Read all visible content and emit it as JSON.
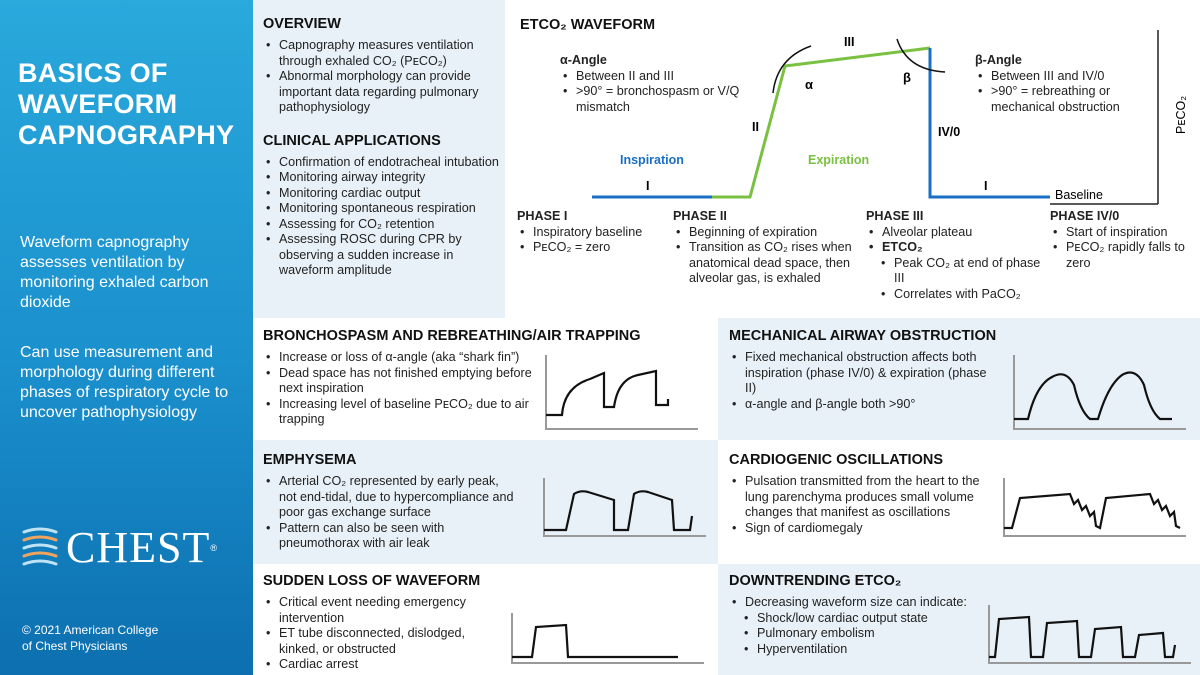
{
  "sidebar": {
    "title_lines": [
      "BASICS OF",
      "WAVEFORM",
      "CAPNOGRAPHY"
    ],
    "desc1": "Waveform capnography assesses ventilation by monitoring exhaled carbon dioxide",
    "desc2": "Can use measurement and morphology during different phases of respiratory cycle to uncover pathophysiology",
    "logo_text": "CHEST",
    "logo_reg": "®",
    "copyright_lines": [
      "© 2021 American College",
      "of Chest Physicians"
    ]
  },
  "overview": {
    "title": "OVERVIEW",
    "items": [
      "Capnography measures ventilation through exhaled CO₂ (PᴇCO₂)",
      "Abnormal morphology can provide important data regarding pulmonary pathophysiology"
    ]
  },
  "clinical": {
    "title": "CLINICAL APPLICATIONS",
    "items": [
      "Confirmation of endotracheal intubation",
      "Monitoring airway integrity",
      "Monitoring cardiac output",
      "Monitoring spontaneous respiration",
      "Assessing for CO₂ retention",
      "Assessing ROSC during CPR by observing a sudden increase in waveform amplitude"
    ]
  },
  "etco2": {
    "title": "ETCO₂ WAVEFORM",
    "y_axis_label": "PᴇCO₂",
    "alpha_title": "α-Angle",
    "alpha_items": [
      "Between II and III",
      ">90° = bronchospasm or V/Q mismatch"
    ],
    "beta_title": "β-Angle",
    "beta_items": [
      "Between III and IV/0",
      ">90° = rebreathing or mechanical obstruction"
    ],
    "labels": {
      "inspiration": "Inspiration",
      "expiration": "Expiration",
      "phase_I_left": "I",
      "phase_II": "II",
      "phase_III": "III",
      "phase_IV0": "IV/0",
      "phase_I_right": "I",
      "alpha": "α",
      "beta": "β",
      "baseline": "Baseline"
    },
    "colors": {
      "inspiration": "#1a6fc4",
      "expiration": "#7ac142"
    },
    "phases": [
      {
        "title": "PHASE I",
        "items": [
          "Inspiratory baseline",
          "PᴇCO₂ = zero"
        ]
      },
      {
        "title": "PHASE II",
        "items": [
          "Beginning of expiration",
          "Transition as CO₂ rises when anatomical dead space, then alveolar gas, is exhaled"
        ]
      },
      {
        "title": "PHASE III",
        "items": [
          "Alveolar plateau"
        ],
        "bold_item": "ETCO₂",
        "sub_items": [
          "Peak CO₂ at end of phase III",
          "Correlates with PaCO₂"
        ]
      },
      {
        "title": "PHASE IV/0",
        "items": [
          "Start of inspiration",
          "PᴇCO₂ rapidly falls to zero"
        ]
      }
    ]
  },
  "bronchospasm": {
    "title": "BRONCHOSPASM AND REBREATHING/AIR TRAPPING",
    "items": [
      "Increase or loss of α-angle (aka “shark fin”)",
      "Dead space has not finished emptying before next inspiration",
      "Increasing level of baseline PᴇCO₂ due to air trapping"
    ]
  },
  "mechanical": {
    "title": "MECHANICAL AIRWAY OBSTRUCTION",
    "items": [
      "Fixed mechanical obstruction affects both inspiration (phase IV/0) & expiration (phase II)",
      "α-angle and β-angle both >90°"
    ]
  },
  "emphysema": {
    "title": "EMPHYSEMA",
    "items": [
      "Arterial CO₂ represented by early peak, not end-tidal, due to hypercompliance and poor gas exchange surface",
      "Pattern can also be seen with pneumothorax with air leak"
    ]
  },
  "cardiogenic": {
    "title": "CARDIOGENIC OSCILLATIONS",
    "items": [
      "Pulsation transmitted from the heart to the lung parenchyma produces small volume changes that manifest as oscillations",
      "Sign of cardiomegaly"
    ]
  },
  "sudden": {
    "title": "SUDDEN LOSS OF WAVEFORM",
    "items": [
      "Critical event needing emergency intervention",
      "ET tube disconnected, dislodged, kinked, or obstructed",
      "Cardiac arrest"
    ]
  },
  "downtrend": {
    "title": "DOWNTRENDING ETCO₂",
    "items": [
      "Decreasing waveform size can indicate:"
    ],
    "sub_items": [
      "Shock/low cardiac output state",
      "Pulmonary embolism",
      "Hyperventilation"
    ]
  }
}
